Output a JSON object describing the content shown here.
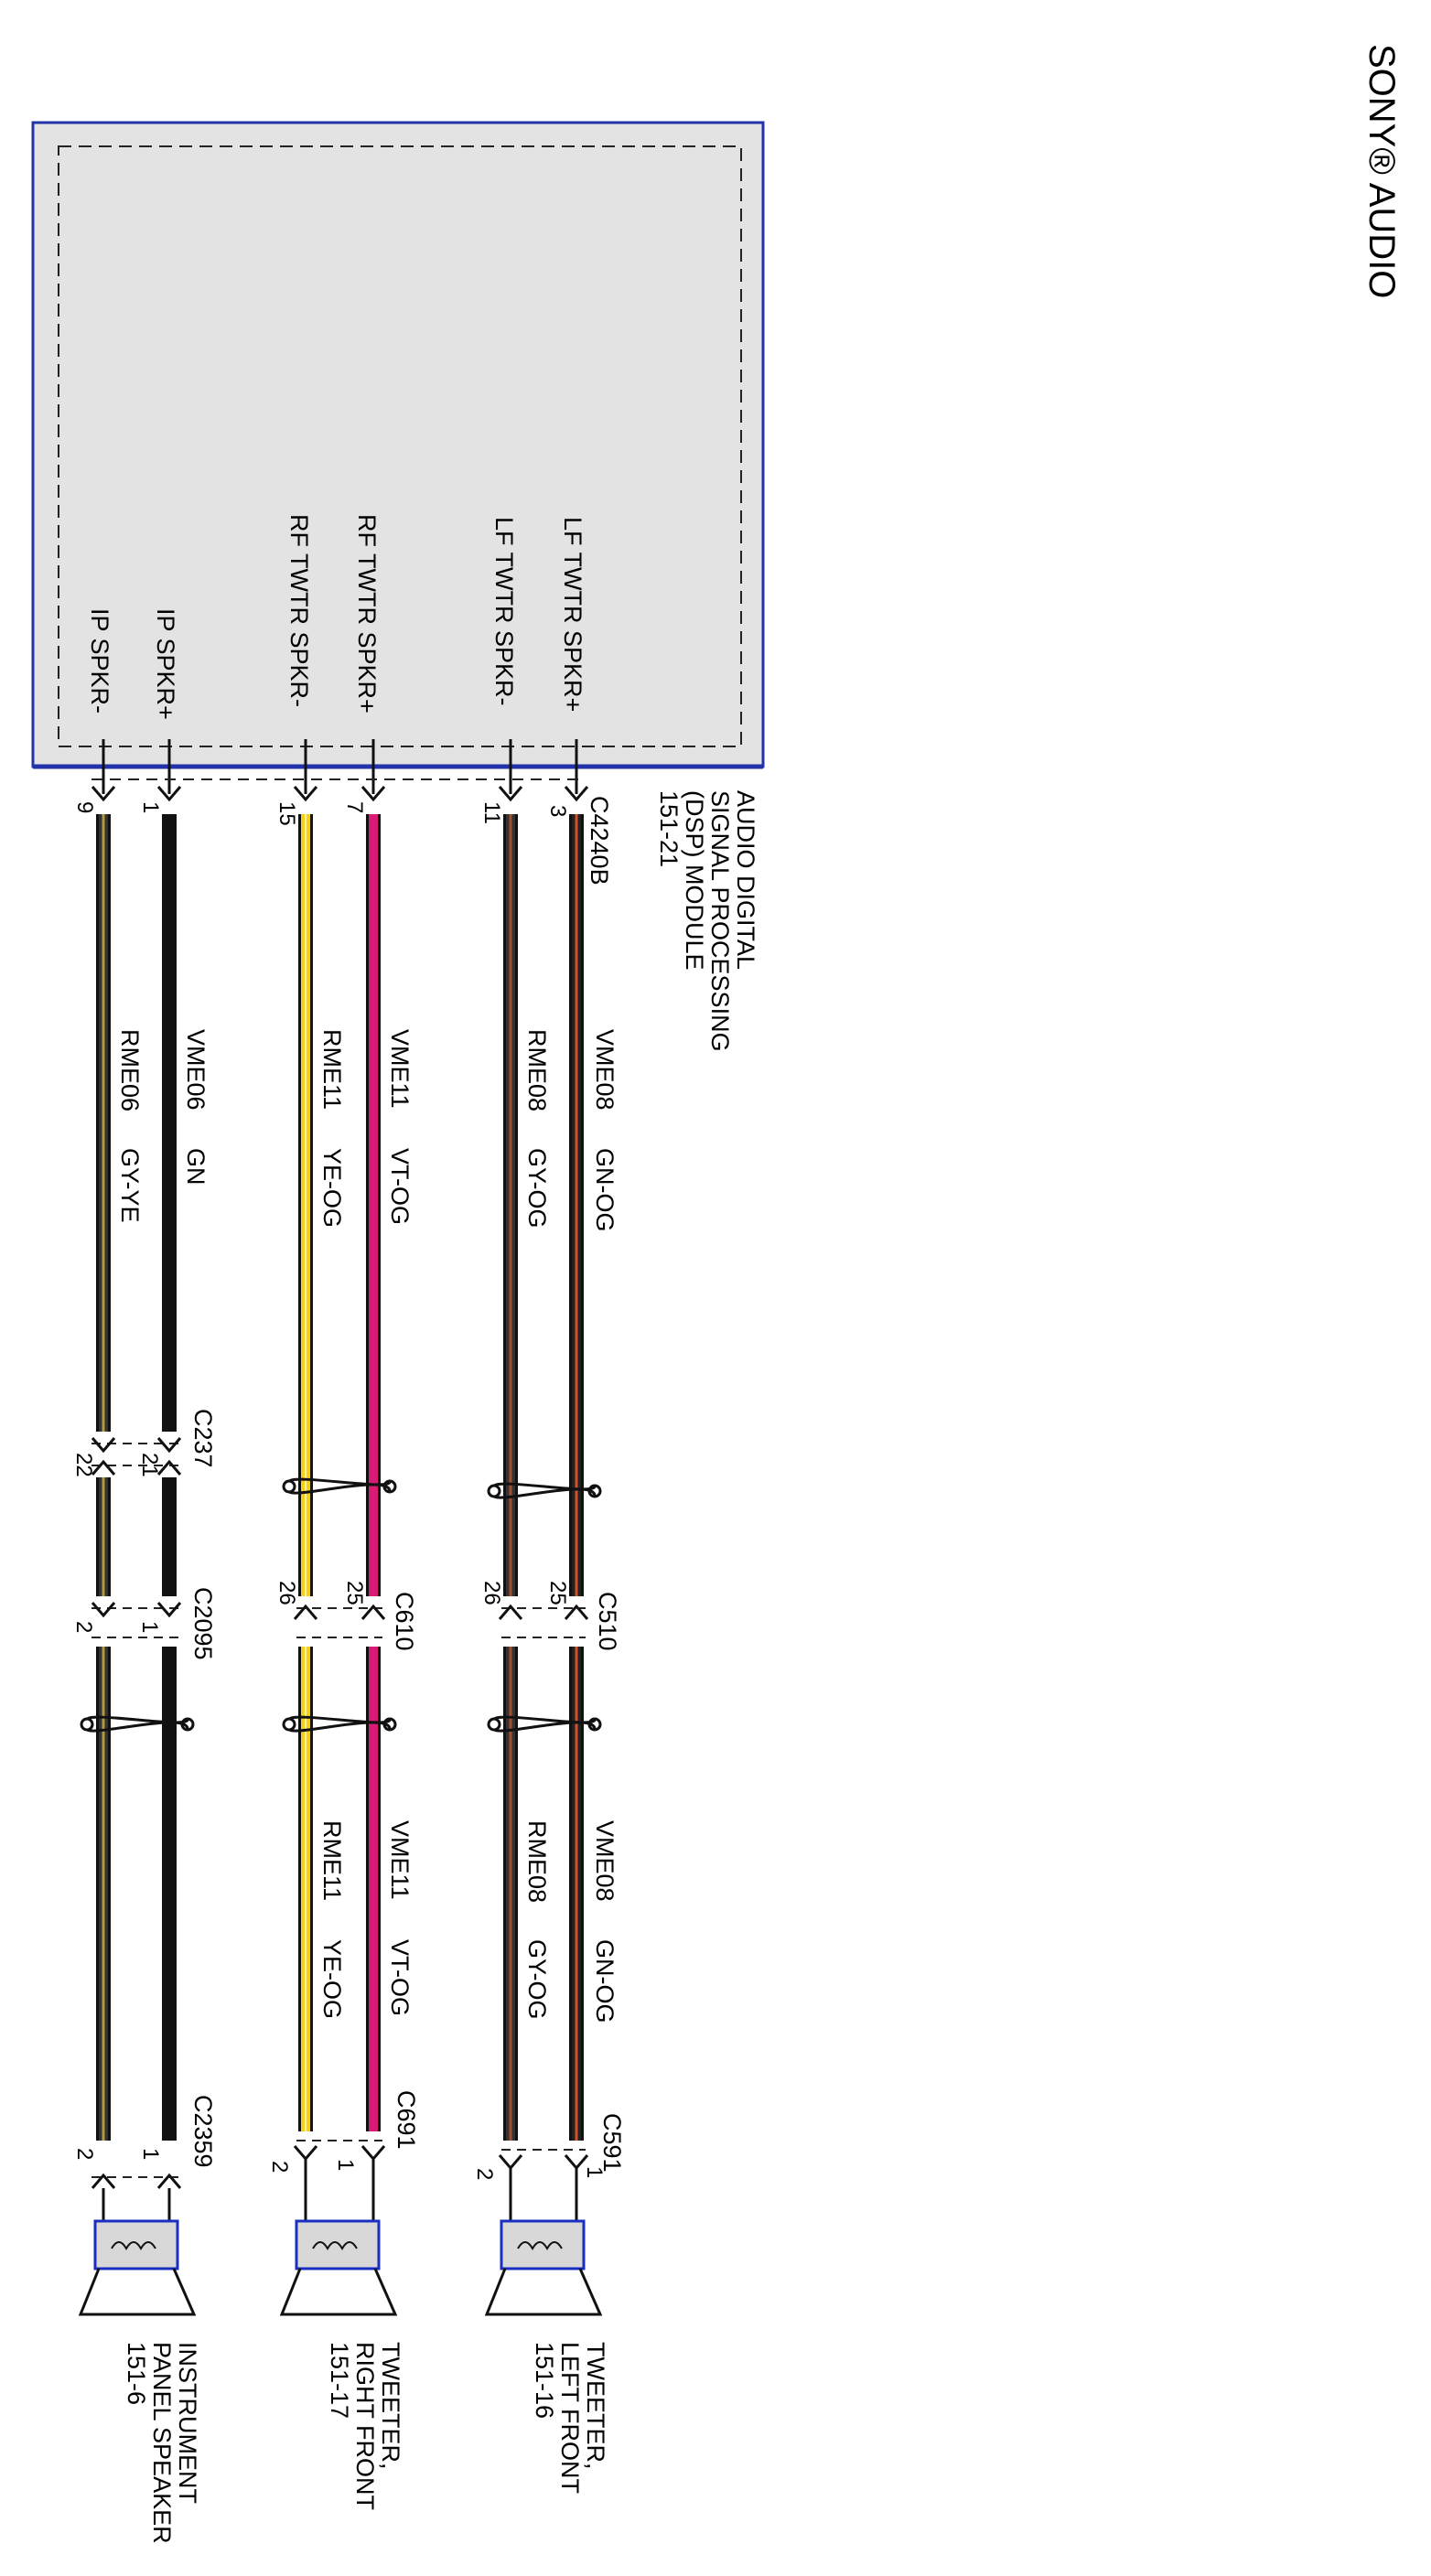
{
  "title": "SONY® AUDIO",
  "module": {
    "name_lines": [
      "AUDIO DIGITAL",
      "SIGNAL PROCESSING",
      "(DSP) MODULE",
      "151-21"
    ],
    "connector": "C4240B",
    "pins": [
      {
        "label": "LF TWTR SPKR+",
        "pin": "3"
      },
      {
        "label": "LF TWTR SPKR-",
        "pin": "11"
      },
      {
        "label": "RF TWTR SPKR+",
        "pin": "7"
      },
      {
        "label": "RF TWTR SPKR-",
        "pin": "15"
      },
      {
        "label": "IP SPKR+",
        "pin": "1"
      },
      {
        "label": "IP SPKR-",
        "pin": "9"
      }
    ]
  },
  "circuits": {
    "lf": {
      "pos": {
        "circuit": "VME08",
        "color_code": "GN-OG",
        "base": "#222222",
        "stripe": "#d2532a"
      },
      "neg": {
        "circuit": "RME08",
        "color_code": "GY-OG",
        "base": "#333333",
        "stripe": "#a05030"
      },
      "inline_connector": "C510",
      "inline_pins": [
        "25",
        "26"
      ],
      "speaker_connector": "C591",
      "speaker_pins": [
        "1",
        "2"
      ]
    },
    "rf": {
      "pos": {
        "circuit": "VME11",
        "color_code": "VT-OG",
        "base": "#d81b74",
        "stripe": "#ff4a8a"
      },
      "neg": {
        "circuit": "RME11",
        "color_code": "YE-OG",
        "base": "#f2d11c",
        "stripe": "#ffe97a"
      },
      "inline_connector": "C610",
      "inline_pins": [
        "25",
        "26"
      ],
      "speaker_connector": "C691",
      "speaker_pins": [
        "1",
        "2"
      ]
    },
    "ip": {
      "pos": {
        "circuit": "VME06",
        "color_code": "GN",
        "base": "#111111",
        "stripe": "#111111"
      },
      "neg": {
        "circuit": "RME06",
        "color_code": "GY-YE",
        "base": "#333333",
        "stripe": "#b09a40"
      },
      "inline_connector_1": "C237",
      "inline_pins_1": [
        "21",
        "22"
      ],
      "inline_connector_2": "C2095",
      "inline_pins_2": [
        "1",
        "2"
      ],
      "speaker_connector": "C2359",
      "speaker_pins": [
        "1",
        "2"
      ]
    }
  },
  "speakers": {
    "lf": {
      "name_lines": [
        "TWEETER,",
        "LEFT FRONT",
        "151-16"
      ]
    },
    "rf": {
      "name_lines": [
        "TWEETER,",
        "RIGHT FRONT",
        "151-17"
      ]
    },
    "ip": {
      "name_lines": [
        "INSTRUMENT",
        "PANEL SPEAKER",
        "151-6"
      ]
    }
  },
  "colors": {
    "module_fill": "#e3e3e3",
    "module_border": "#2233aa",
    "speaker_border": "#1a2fbf"
  }
}
